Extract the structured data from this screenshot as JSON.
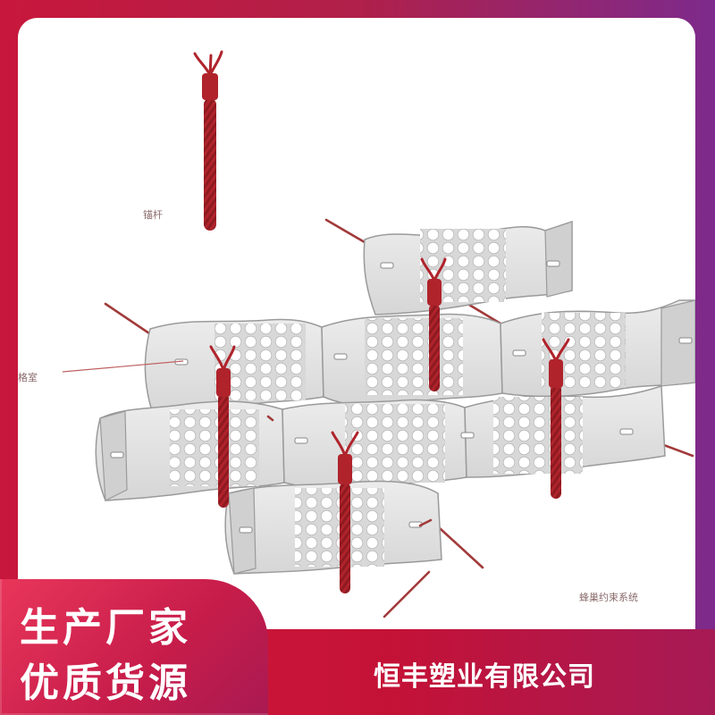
{
  "diagram": {
    "labels": {
      "anchor": "锚杆",
      "cell": "格室",
      "system": "蜂巢约束系统"
    },
    "colors": {
      "anchor_rod": "#b0232b",
      "strap": "#a23a3a",
      "panel": "#e2e2e2",
      "panel_edge": "#9a9a9a",
      "hole": "#ffffff"
    }
  },
  "banner": {
    "slogan_line1": "生产厂家",
    "slogan_line2": "优质货源",
    "company_name": "恒丰塑业有限公司"
  },
  "colors": {
    "banner_red": "#c41237",
    "badge_pink": "#e8365a",
    "border_purple": "#7d2a8c"
  }
}
